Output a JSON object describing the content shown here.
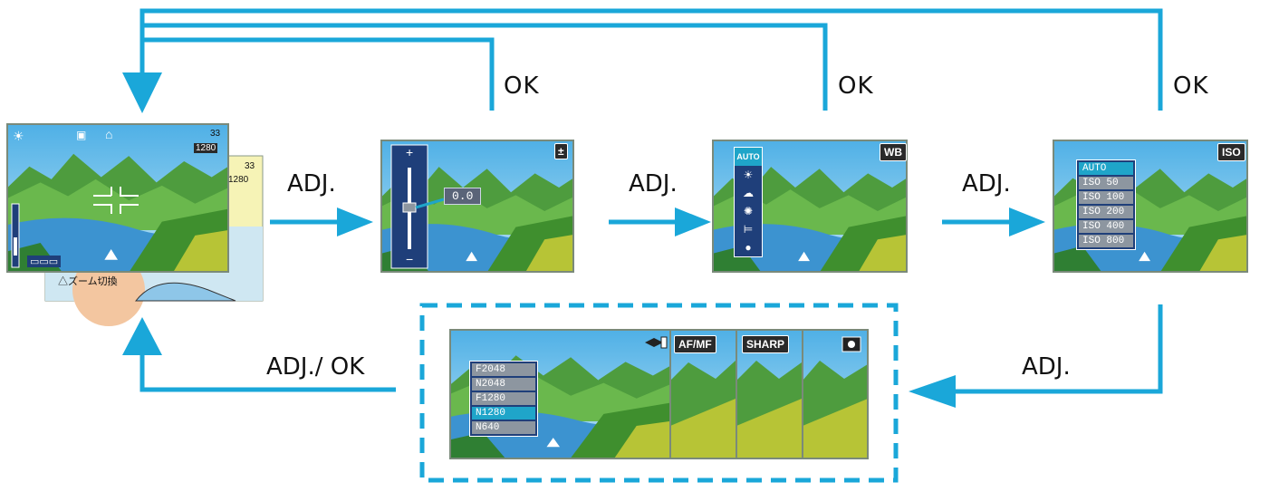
{
  "labels": {
    "ok_1": "OK",
    "ok_2": "OK",
    "ok_3": "OK",
    "adj_1": "ADJ.",
    "adj_2": "ADJ.",
    "adj_3": "ADJ.",
    "adj_4": "ADJ.",
    "adj_ok": "ADJ./ OK"
  },
  "shooting_screen": {
    "shots_remaining": "33",
    "resolution": "1280",
    "back_shots_remaining": "33",
    "back_resolution": "1280",
    "back_caption": "△ズーム切換"
  },
  "exposure_screen": {
    "badge": "±",
    "value": "0.0",
    "plus": "+",
    "minus": "−"
  },
  "wb_screen": {
    "badge": "WB",
    "selected": "AUTO",
    "icons": [
      "sun-icon",
      "cloud-icon",
      "lamp-icon",
      "fluorescent-icon",
      "manual-icon"
    ]
  },
  "iso_screen": {
    "badge": "ISO",
    "items": [
      "AUTO",
      "ISO 50",
      "ISO 100",
      "ISO 200",
      "ISO 400",
      "ISO 800"
    ],
    "selected_index": 0
  },
  "quality_screen": {
    "badge_icon": "quality-icon",
    "items": [
      "F2048",
      "N2048",
      "F1280",
      "N1280",
      "N640"
    ],
    "selected_index": 3
  },
  "extra_screens": {
    "afmf": "AF/MF",
    "sharp": "SHARP",
    "metering_icon": "metering-icon"
  },
  "colors": {
    "arrow": "#1aa7d9",
    "menu_bg": "#1f3f7a",
    "menu_item": "#8d96a0",
    "menu_selected": "#1fa5c9",
    "sky": "#7fc4ea",
    "mountain": "#5aa44a",
    "water": "#4aa0d8"
  }
}
